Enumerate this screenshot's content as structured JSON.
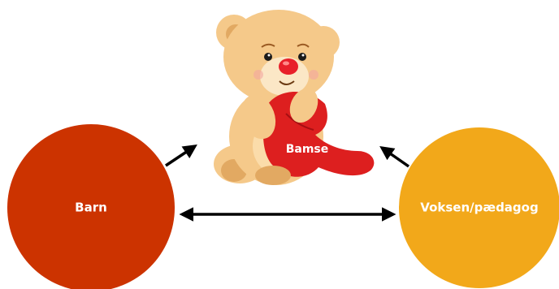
{
  "nodes": {
    "child": {
      "label": "Barn",
      "color": "#cc3300"
    },
    "adult": {
      "label": "Voksen/pædagog",
      "color": "#f2a81a"
    },
    "teddy": {
      "label": "Bamse",
      "fur_color": "#f5c98a",
      "fur_shadow": "#e2a962",
      "scarf_color": "#dd1f1f",
      "nose_color": "#e8202a"
    }
  },
  "edges": [
    {
      "from": "child",
      "to": "adult",
      "direction": "both",
      "color": "#000000"
    },
    {
      "from": "child",
      "to": "teddy",
      "direction": "to",
      "color": "#000000"
    },
    {
      "from": "adult",
      "to": "teddy",
      "direction": "to",
      "color": "#000000"
    }
  ]
}
